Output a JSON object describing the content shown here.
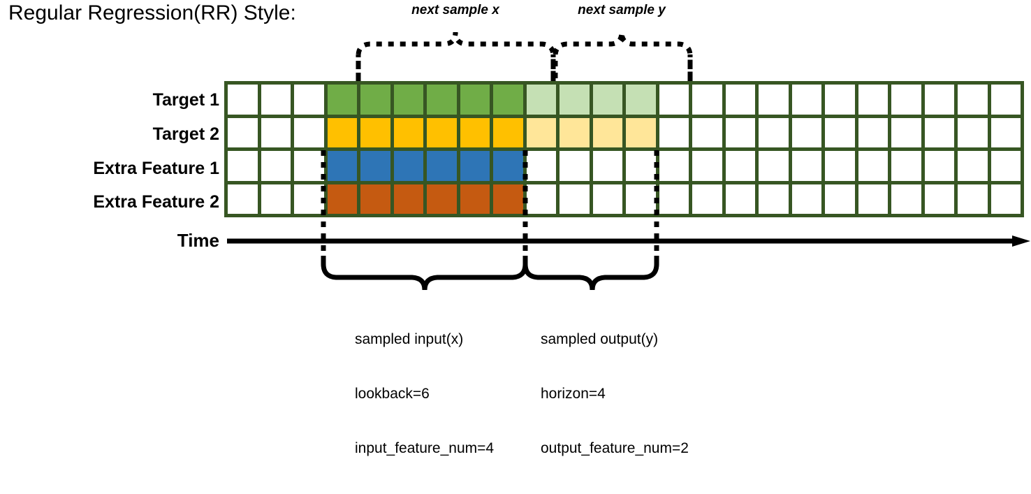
{
  "title": "Regular Regression(RR) Style:",
  "annotations": {
    "next_sample_x": "next sample x",
    "next_sample_y": "next sample y"
  },
  "axis": {
    "time_label": "Time"
  },
  "rows": [
    {
      "label": "Target 1",
      "fill": "#70AD47",
      "fill_light": "#C5E0B4"
    },
    {
      "label": "Target 2",
      "fill": "#FFC000",
      "fill_light": "#FFE699"
    },
    {
      "label": "Extra Feature 1",
      "fill": "#2E75B6",
      "fill_light": null
    },
    {
      "label": "Extra Feature 2",
      "fill": "#C55A11",
      "fill_light": null
    }
  ],
  "grid": {
    "total_columns": 24,
    "lead_blank_columns": 3,
    "input_columns": 6,
    "output_columns": 4,
    "trail_blank_columns": 11,
    "border_color": "#375623",
    "empty_color": "#FFFFFF"
  },
  "captions": {
    "input": {
      "line1": "sampled input(x)",
      "line2": "lookback=6",
      "line3": "input_feature_num=4"
    },
    "output": {
      "line1": "sampled output(y)",
      "line2": "horizon=4",
      "line3": "output_feature_num=2"
    }
  },
  "colors": {
    "green": "#70AD47",
    "green_light": "#C5E0B4",
    "gold": "#FFC000",
    "gold_light": "#FFE699",
    "blue": "#2E75B6",
    "rust": "#C55A11",
    "border": "#375623",
    "ink": "#000000"
  }
}
